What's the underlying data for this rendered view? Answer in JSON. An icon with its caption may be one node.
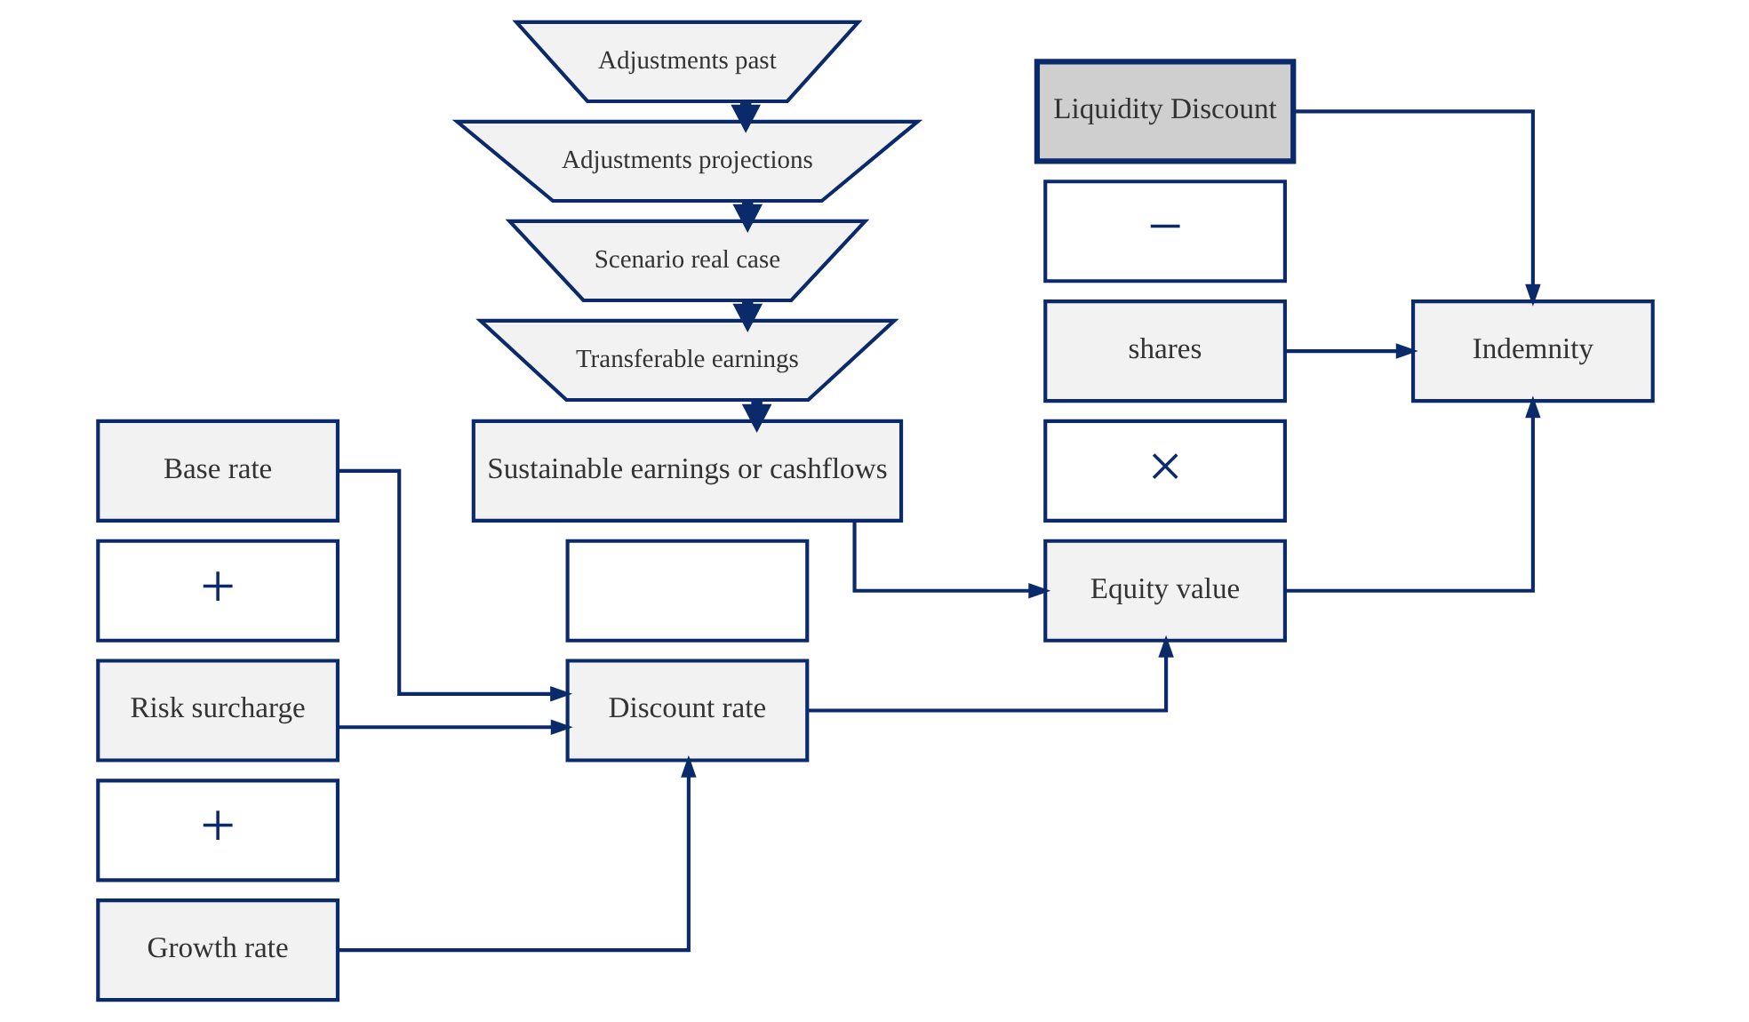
{
  "diagram": {
    "nodes": [
      {
        "text": [
          "Adjustments past"
        ]
      },
      {
        "text": [
          "Adjustments projections"
        ]
      },
      {
        "text": [
          "Scenario real case"
        ]
      },
      {
        "text": [
          "Transferable earnings"
        ]
      },
      {
        "text": [
          "Base rate"
        ]
      },
      {
        "text": [
          "+"
        ]
      },
      {
        "text": [
          "Risk surcharge"
        ]
      },
      {
        "text": [
          "+"
        ]
      },
      {
        "text": [
          "Growth rate"
        ]
      },
      {
        "text": [
          "Sustainable earnings or cashflows"
        ]
      },
      {
        "text": [],
        "shape": "box"
      },
      {
        "text": [
          "Discount rate"
        ]
      },
      {
        "text": [
          "Liquidity Discount"
        ]
      },
      {
        "text": [
          "−"
        ]
      },
      {
        "text": [
          "shares"
        ]
      },
      {
        "text": [
          "×"
        ]
      },
      {
        "text": [
          "Equity value"
        ]
      },
      {
        "text": [
          "Indemnity"
        ]
      }
    ],
    "edges": [
      {
        "from": 0,
        "to": 1,
        "arrow": "to",
        "style": "thick"
      },
      {
        "from": 1,
        "to": 2,
        "arrow": "to",
        "style": "thick"
      },
      {
        "from": 2,
        "to": 3,
        "arrow": "to",
        "style": "thick"
      },
      {
        "from": 3,
        "to": 9,
        "arrow": "to",
        "style": "thick"
      },
      {
        "from": 4,
        "to": 11,
        "arrow": "to"
      },
      {
        "from": 6,
        "to": 11,
        "arrow": "to"
      },
      {
        "from": 8,
        "to": 11,
        "arrow": "to"
      },
      {
        "from": 9,
        "to": 16,
        "arrow": "to"
      },
      {
        "from": 11,
        "to": 16,
        "arrow": "to"
      },
      {
        "from": 12,
        "to": 17,
        "arrow": "to"
      },
      {
        "from": 14,
        "to": 17,
        "arrow": "to"
      },
      {
        "from": 16,
        "to": 17,
        "arrow": "to"
      }
    ]
  }
}
